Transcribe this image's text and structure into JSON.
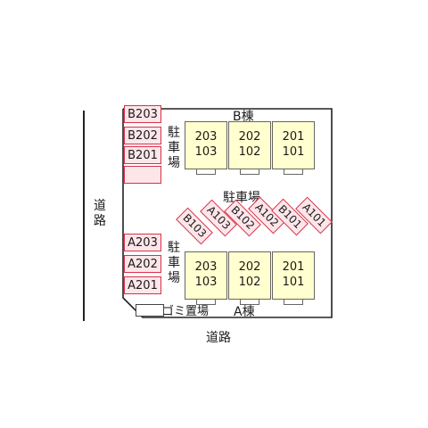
{
  "map": {
    "roads": {
      "left_label": "道路",
      "bottom_label": "道路"
    },
    "buildings": {
      "b": {
        "label": "B棟",
        "units": [
          [
            "203",
            "103"
          ],
          [
            "202",
            "102"
          ],
          [
            "201",
            "101"
          ]
        ]
      },
      "a": {
        "label": "A棟",
        "units": [
          [
            "203",
            "103"
          ],
          [
            "202",
            "102"
          ],
          [
            "201",
            "101"
          ]
        ]
      }
    },
    "parking_labels": {
      "upper_vertical": "駐車場",
      "lower_vertical": "駐車場",
      "center": "駐車場"
    },
    "left_stalls_top": [
      "B203",
      "B202",
      "B201",
      ""
    ],
    "left_stalls_bottom": [
      "A203",
      "A202",
      "A201"
    ],
    "diagonal_stalls_low": [
      "B103",
      "B102",
      "B101"
    ],
    "diagonal_stalls_high": [
      "A103",
      "A102",
      "A101"
    ],
    "garbage_label": "ゴミ置場"
  },
  "colors": {
    "stall_border": "#d6324a",
    "stall_fill": "#fde6ea",
    "building_fill": "#ffffcf"
  }
}
